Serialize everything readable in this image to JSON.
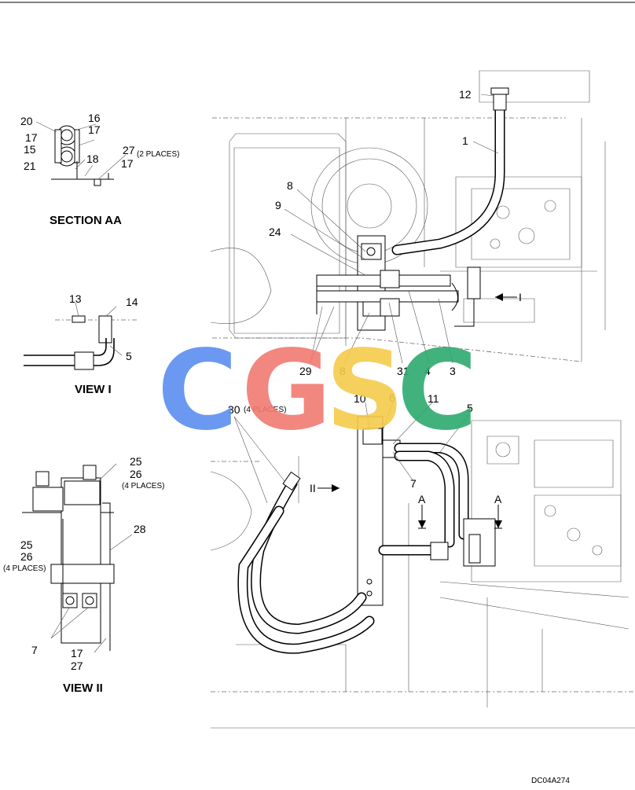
{
  "section_aa": {
    "title": "SECTION AA",
    "labels": [
      "20",
      "17",
      "15",
      "21",
      "16",
      "17",
      "18",
      "27",
      "17"
    ],
    "note": "(2 PLACES)"
  },
  "view_i": {
    "title": "VIEW I",
    "labels": [
      "13",
      "14",
      "5"
    ]
  },
  "view_ii": {
    "title": "VIEW II",
    "labels": [
      "25",
      "26",
      "25",
      "26",
      "28",
      "7",
      "17",
      "27"
    ],
    "note_upper": "(4 PLACES)",
    "note_lower": "(4 PLACES)"
  },
  "main": {
    "labels": [
      "12",
      "1",
      "8",
      "9",
      "24",
      "29",
      "8",
      "31",
      "4",
      "3",
      "10",
      "6",
      "11",
      "5",
      "7",
      "30"
    ],
    "note_30": "(4 PLACES)",
    "view_marker_upper": "I",
    "view_marker_lower": "II",
    "section_marker_left": "A",
    "section_marker_right": "A"
  },
  "drawing_id": "DC04A274",
  "watermark": {
    "letters": [
      "C",
      "G",
      "S",
      "C"
    ],
    "colors": [
      "#5b8ff0",
      "#f07b72",
      "#f5cb4c",
      "#2eaa6e"
    ]
  }
}
